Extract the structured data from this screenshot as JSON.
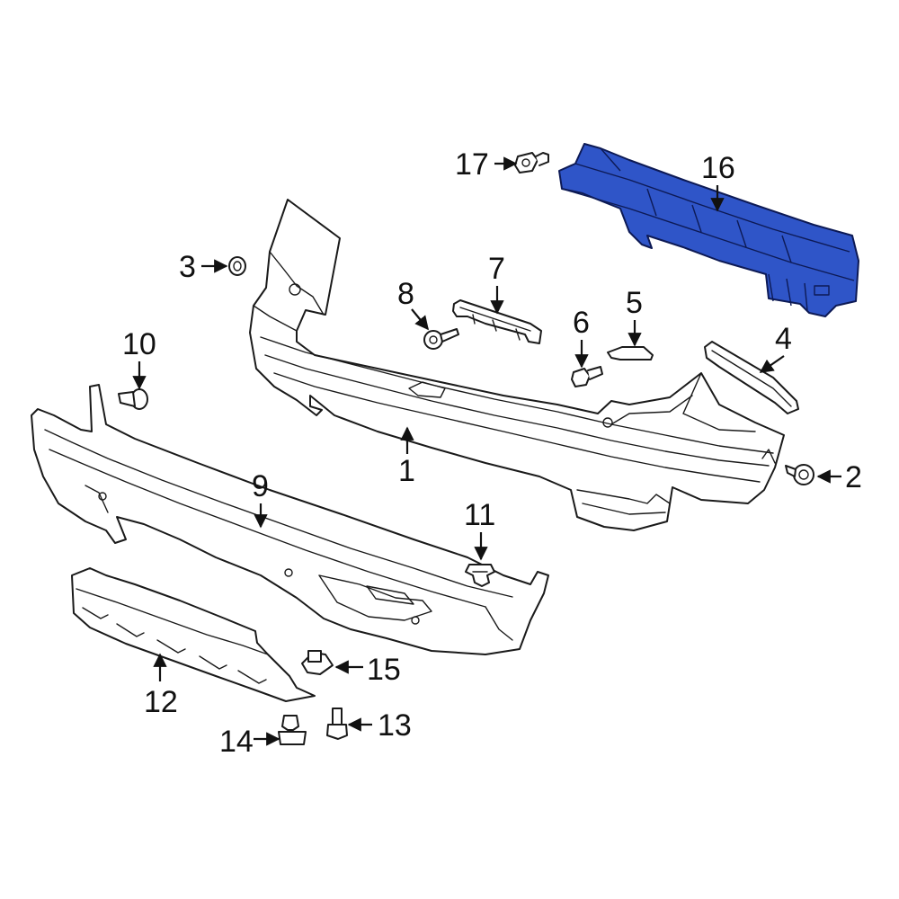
{
  "highlight_color": "#2f55c8",
  "callouts": {
    "c1": "1",
    "c2": "2",
    "c3": "3",
    "c4": "4",
    "c5": "5",
    "c6": "6",
    "c7": "7",
    "c8": "8",
    "c9": "9",
    "c10": "10",
    "c11": "11",
    "c12": "12",
    "c13": "13",
    "c14": "14",
    "c15": "15",
    "c16": "16",
    "c17": "17"
  },
  "highlighted_part": "16"
}
